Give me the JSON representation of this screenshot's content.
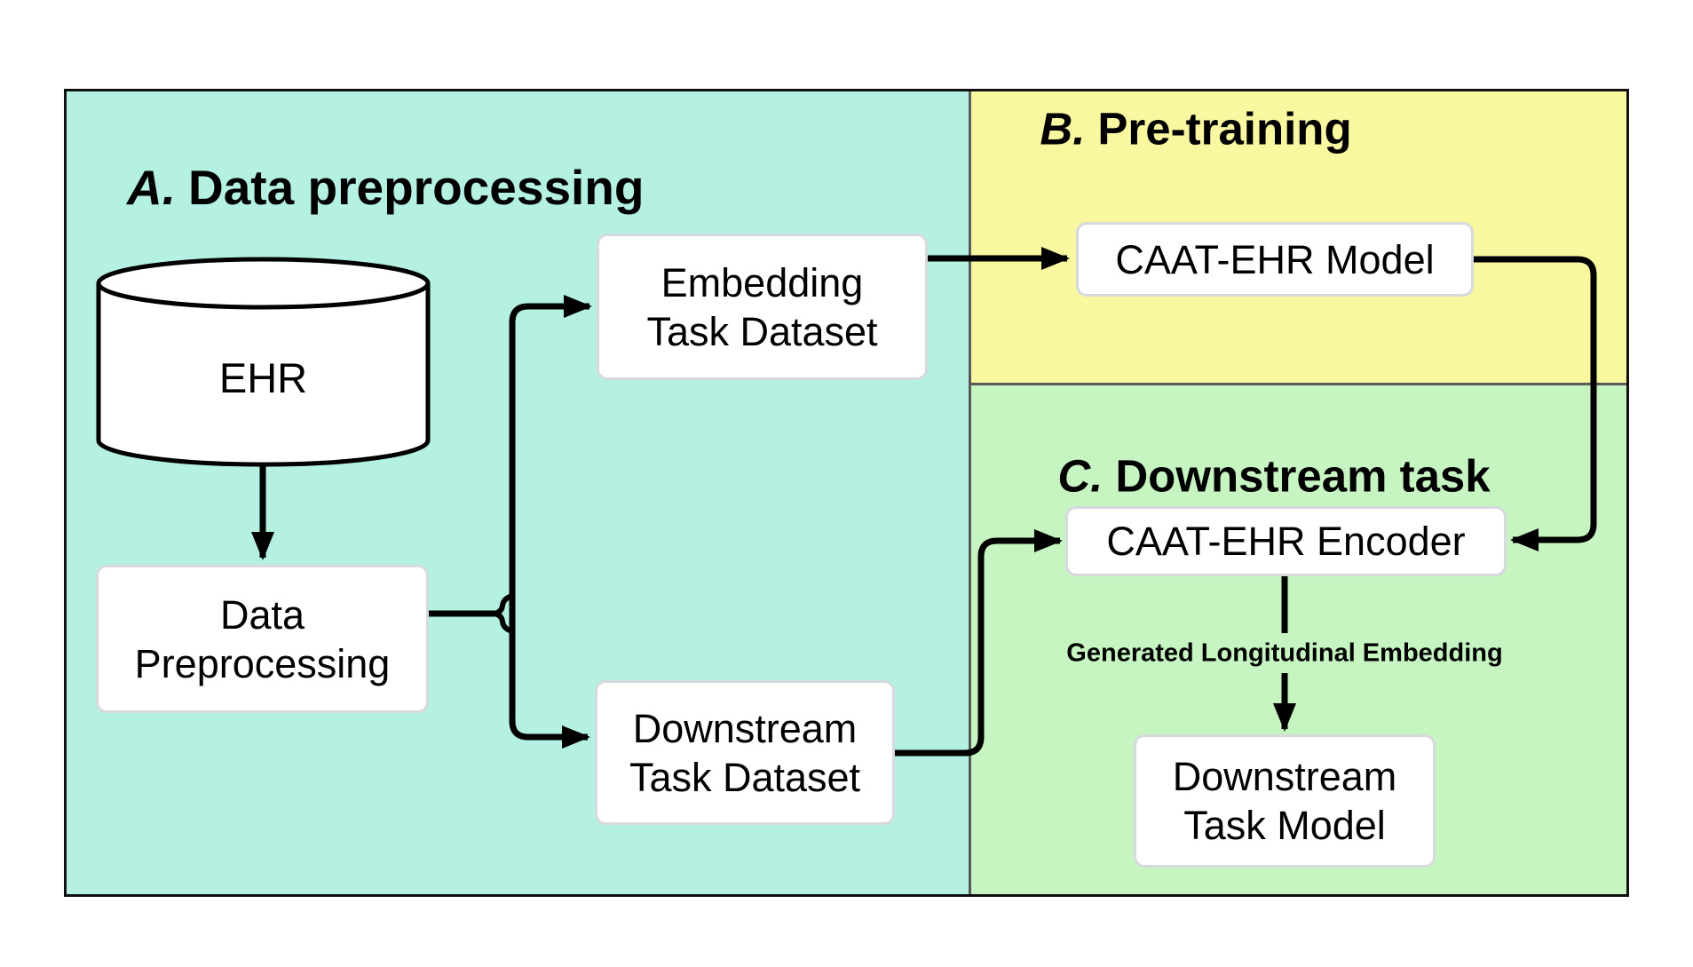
{
  "diagram": {
    "sections": [
      {
        "id": "a",
        "prefix": "A.",
        "title": "Data preprocessing",
        "bg": "#b5f1e3"
      },
      {
        "id": "b",
        "prefix": "B.",
        "title": "Pre-training",
        "bg": "#faf7a1"
      },
      {
        "id": "c",
        "prefix": "C.",
        "title": "Downstream task",
        "bg": "#c7f5c2"
      }
    ],
    "nodes": {
      "ehr": {
        "label": "EHR",
        "shape": "database-cylinder"
      },
      "data_preprocessing": {
        "line1": "Data",
        "line2": "Preprocessing"
      },
      "embedding_task_dataset": {
        "line1": "Embedding",
        "line2": "Task Dataset"
      },
      "downstream_task_dataset": {
        "line1": "Downstream",
        "line2": "Task Dataset"
      },
      "caat_ehr_model": {
        "label": "CAAT-EHR Model"
      },
      "caat_ehr_encoder": {
        "label": "CAAT-EHR Encoder"
      },
      "downstream_task_model": {
        "line1": "Downstream",
        "line2": "Task Model"
      }
    },
    "edge_labels": {
      "generated_embedding": "Generated Longitudinal Embedding"
    },
    "colors": {
      "section_a_bg": "#b5f1e3",
      "section_b_bg": "#faf7a1",
      "section_c_bg": "#c7f5c2",
      "node_border": "#d6dade",
      "connector": "#000000"
    }
  }
}
